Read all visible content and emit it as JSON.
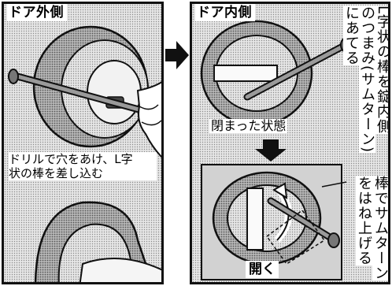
{
  "outside": {
    "title": "ドア外側",
    "caption_line1": "ドリルで穴をあけ、L字",
    "caption_line2": "状の棒を差し込む"
  },
  "inside": {
    "title": "ドア内側",
    "state_closed": "閉まった状態",
    "state_open": "開く",
    "note_col1": "L字状の棒を錠内側",
    "note_col2": "のつまみ(サムターン)",
    "note_col3": "にあてる",
    "note2_col1": "棒でサムターン",
    "note2_col2": "をはね上げる"
  },
  "colors": {
    "halftone": "#cfcfcf",
    "ink": "#111111",
    "paper": "#ffffff"
  }
}
